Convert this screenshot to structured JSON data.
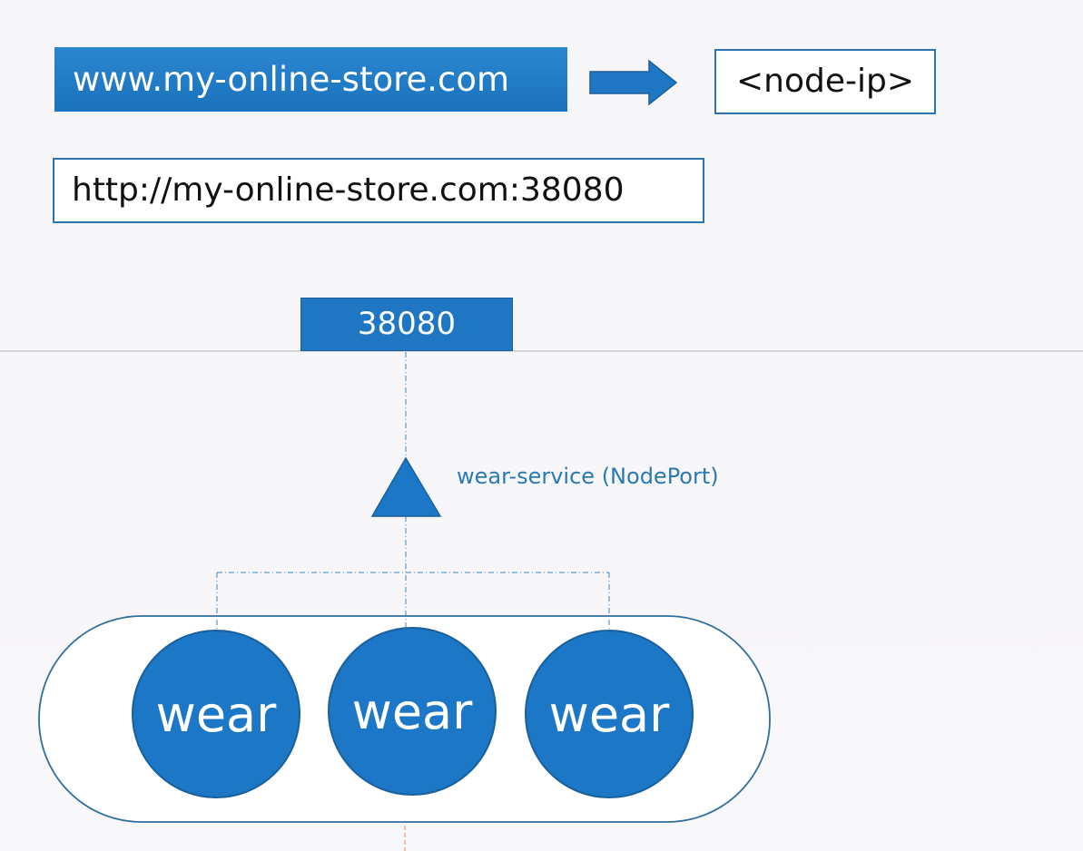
{
  "domain": {
    "text": "www.my-online-store.com"
  },
  "node_ip": {
    "text": "<node-ip>"
  },
  "url": {
    "text": "http://my-online-store.com:38080"
  },
  "node_port": {
    "text": "38080"
  },
  "service": {
    "label": "wear-service (NodePort)"
  },
  "pods": [
    {
      "label": "wear"
    },
    {
      "label": "wear"
    },
    {
      "label": "wear"
    }
  ],
  "colors": {
    "accent_blue": "#1c78c6",
    "border_blue": "#2c74b0",
    "label_blue": "#2b79b4",
    "guide_orange": "#f0a070"
  },
  "icons": {
    "arrow": "right-arrow-icon",
    "service": "triangle-icon"
  }
}
